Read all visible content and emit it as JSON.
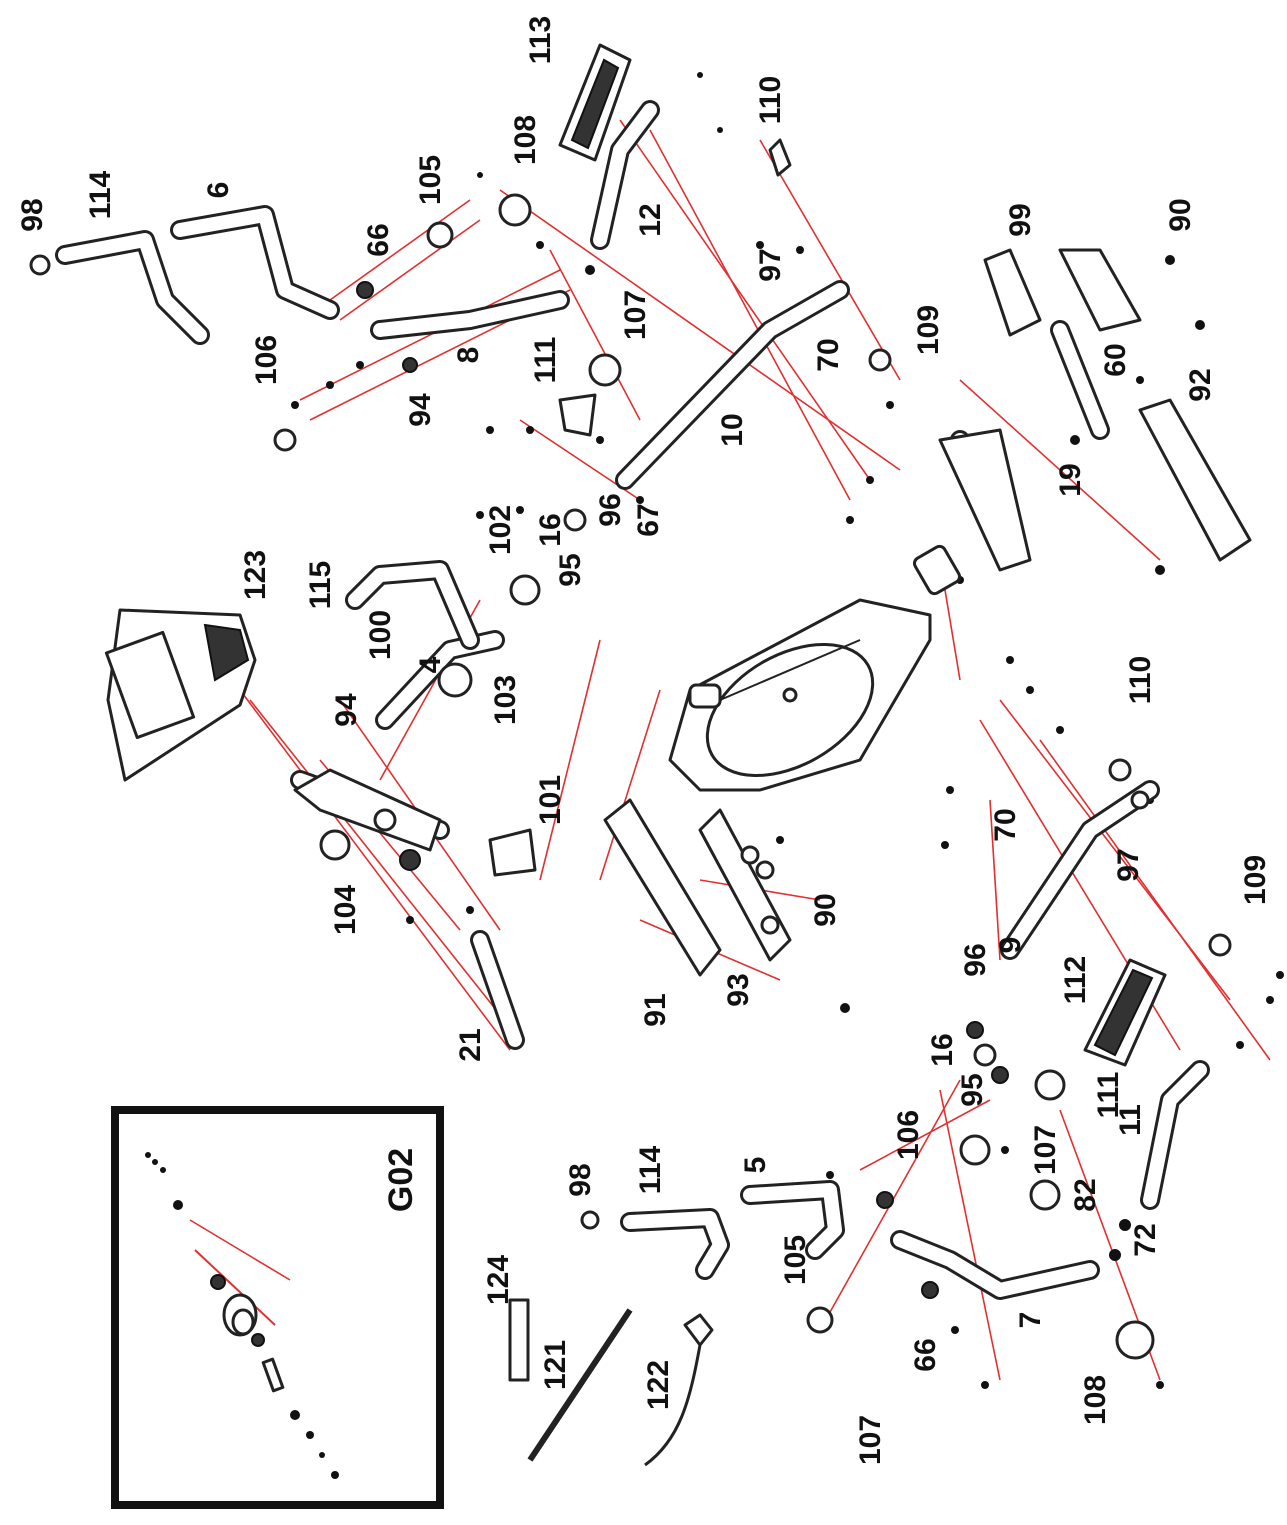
{
  "diagram": {
    "inset_title": "G02",
    "colors": {
      "leader": "#e23030",
      "ink": "#111111",
      "background": "#ffffff"
    },
    "labels": {
      "l_98a": "98",
      "l_114a": "114",
      "l_6": "6",
      "l_66a": "66",
      "l_105a": "105",
      "l_108a": "108",
      "l_113": "113",
      "l_110a": "110",
      "l_12": "12",
      "l_97a": "97",
      "l_107a": "107",
      "l_111a": "111",
      "l_8": "8",
      "l_106a": "106",
      "l_94a": "94",
      "l_70a": "70",
      "l_109a": "109",
      "l_10": "10",
      "l_99": "99",
      "l_90a": "90",
      "l_60": "60",
      "l_92": "92",
      "l_19": "19",
      "l_123": "123",
      "l_115": "115",
      "l_102": "102",
      "l_16a": "16",
      "l_96a": "96",
      "l_67": "67",
      "l_95a": "95",
      "l_100": "100",
      "l_4": "4",
      "l_94b": "94",
      "l_103": "103",
      "l_101": "101",
      "l_104": "104",
      "l_21": "21",
      "l_91": "91",
      "l_93": "93",
      "l_90b": "90",
      "l_110b": "110",
      "l_70b": "70",
      "l_97b": "97",
      "l_109b": "109",
      "l_9": "9",
      "l_96b": "96",
      "l_112": "112",
      "l_16b": "16",
      "l_95b": "95",
      "l_111b": "111",
      "l_106b": "106",
      "l_107b": "107",
      "l_11": "11",
      "l_82": "82",
      "l_72": "72",
      "l_98b": "98",
      "l_114b": "114",
      "l_5": "5",
      "l_124": "124",
      "l_121": "121",
      "l_105b": "105",
      "l_122": "122",
      "l_66b": "66",
      "l_7": "7",
      "l_108b": "108",
      "l_107c": "107"
    },
    "icons": [
      "frame-housing",
      "console",
      "pedal",
      "handlebar",
      "stabilizer",
      "crank-assembly"
    ]
  }
}
